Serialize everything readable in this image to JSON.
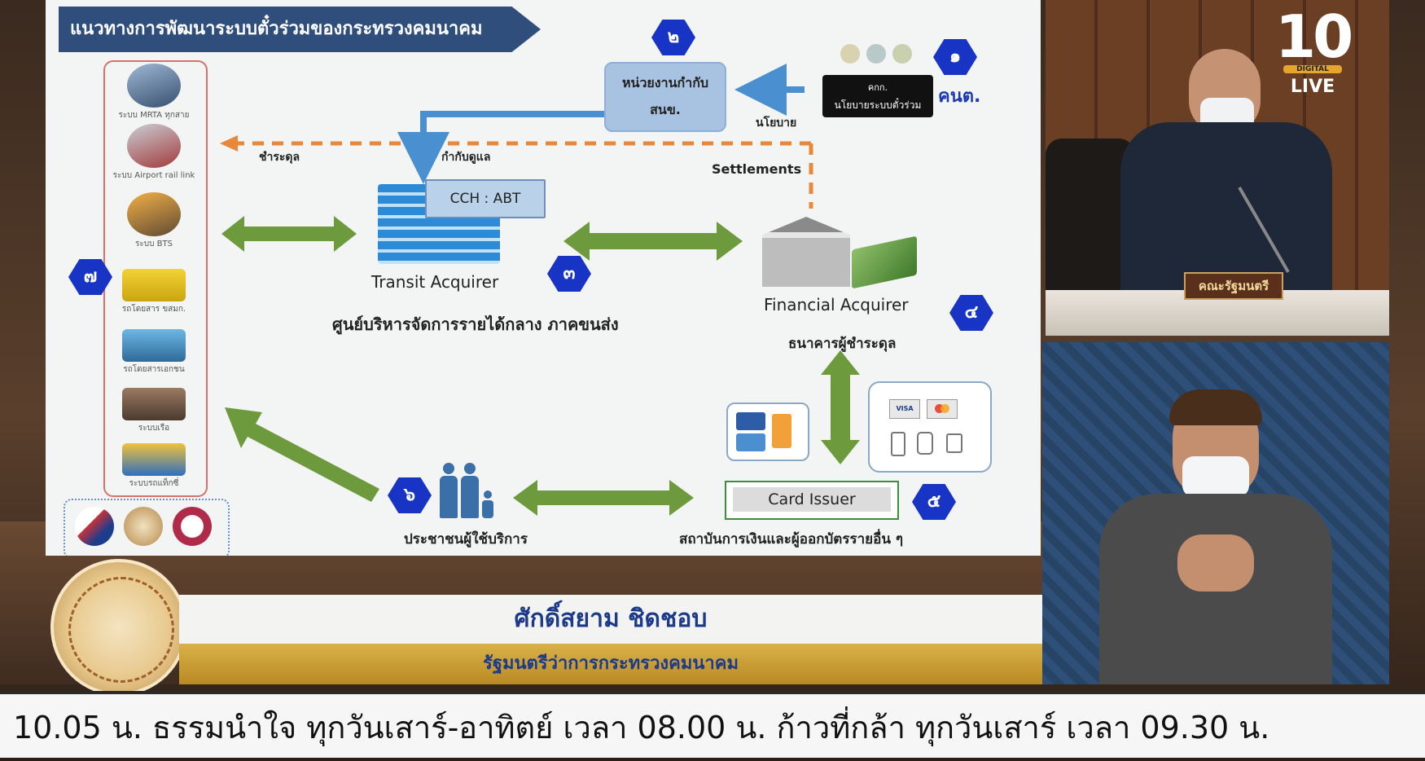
{
  "slide": {
    "title": "แนวทางการพัฒนาระบบตั๋วร่วมของกระทรวงคมนาคม",
    "steps": {
      "s1": "๑",
      "s2": "๒",
      "s3": "๓",
      "s4": "๔",
      "s5": "๕",
      "s6": "๖",
      "s7": "๗"
    },
    "policy_committee": {
      "line1": "คกก.",
      "line2": "นโยบายระบบตั๋วร่วม",
      "org": "คนต."
    },
    "regulator": {
      "line1": "หน่วยงานกำกับ",
      "line2": "สนข."
    },
    "labels": {
      "policy": "นโยบาย",
      "supervise": "กำกับดูแล",
      "settle_th": "ชำระดุล",
      "settlements": "Settlements"
    },
    "cch": "CCH : ABT",
    "transit_acquirer": {
      "en": "Transit Acquirer",
      "th": "ศูนย์บริหารจัดการรายได้กลาง ภาคขนส่ง"
    },
    "financial_acquirer": {
      "en": "Financial Acquirer",
      "th": "ธนาคารผู้ชำระดุล"
    },
    "card_issuer": {
      "en": "Card Issuer",
      "th": "สถาบันการเงินและผู้ออกบัตรรายอื่น ๆ"
    },
    "users": "ประชาชนผู้ใช้บริการ",
    "transport_modes": [
      {
        "label": "ระบบ MRTA ทุกสาย"
      },
      {
        "label": "ระบบ Airport rail link"
      },
      {
        "label": "ระบบ BTS"
      },
      {
        "label": "รถโดยสาร ขสมก."
      },
      {
        "label": "รถโดยสารเอกชน"
      },
      {
        "label": "ระบบเรือ"
      },
      {
        "label": "ระบบรถแท็กซี่"
      }
    ],
    "payment_brands": [
      "VISA",
      "mastercard"
    ]
  },
  "channel": {
    "number": "10",
    "sub": "DIGITAL",
    "live": "LIVE"
  },
  "nameplate": "คณะรัฐมนตรี",
  "speaker": {
    "name": "ศักดิ์สยาม ชิดชอบ",
    "position": "รัฐมนตรีว่าการกระทรวงคมนาคม"
  },
  "ticker": "10.05 น. ธรรมนำใจ ทุกวันเสาร์-อาทิตย์ เวลา 08.00 น. ก้าวที่กล้า ทุกวันเสาร์ เวลา 09.30 น.",
  "colors": {
    "arrow_green": "#6e9a3e",
    "dash_orange": "#e8883a",
    "hex_blue": "#1734c4",
    "title_bg": "#2f4e7c"
  }
}
